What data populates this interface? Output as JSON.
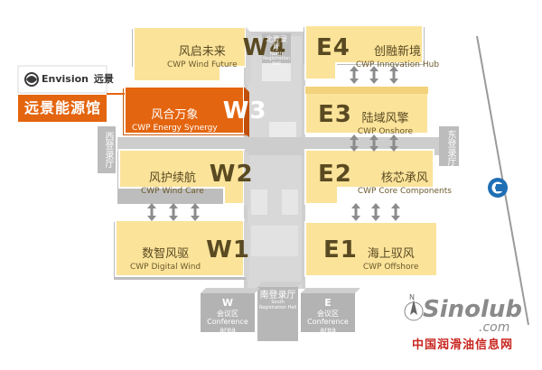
{
  "colors": {
    "hall_fill": "#fbe39a",
    "hall_border": "#ffffff",
    "w3_fill": "#e4650f",
    "corridor": "#c6c6c6",
    "corridor_dark": "#a9a9a9",
    "brand_orange": "#e4650f",
    "arrow": "#8c8c8c",
    "metro_blue": "#1f6fb5",
    "road": "#9a9a9a",
    "watermark_red": "#c8261f"
  },
  "halls": {
    "w4": {
      "code": "W4",
      "cn": "风启未来",
      "en": "CWP Wind Future"
    },
    "w3": {
      "code": "W3",
      "cn": "风合万象",
      "en": "CWP Energy Synergy"
    },
    "w2": {
      "code": "W2",
      "cn": "风护续航",
      "en": "CWP Wind Care"
    },
    "w1": {
      "code": "W1",
      "cn": "数智风驱",
      "en": "CWP Digital Wind"
    },
    "e4": {
      "code": "E4",
      "cn": "创融新境",
      "en": "CWP Innovation Hub"
    },
    "e3": {
      "code": "E3",
      "cn": "陆域风擎",
      "en": "CWP Onshore"
    },
    "e2": {
      "code": "E2",
      "cn": "核芯承风",
      "en": "CWP Core Components"
    },
    "e1": {
      "code": "E1",
      "cn": "海上驭风",
      "en": "CWP Offshore"
    }
  },
  "pavilion": {
    "logo_text": "Envision",
    "logo_cn": "远景",
    "label": "远景能源馆"
  },
  "registration": {
    "north": {
      "cn": "北登录厅",
      "en1": "North",
      "en2": "Registration Hall"
    },
    "south": {
      "cn": "南登录厅",
      "en1": "South",
      "en2": "Registration Hall"
    },
    "west": {
      "cn": "西登录厅"
    },
    "east": {
      "cn": "东登录厅"
    }
  },
  "conference": {
    "west": {
      "key": "W",
      "cn": "会议区",
      "en": "Conference area"
    },
    "east": {
      "key": "E",
      "cn": "会议区",
      "en": "Conference area"
    }
  },
  "compass": {
    "label": "N"
  },
  "watermark": {
    "brand": "Sinolub",
    "domain": ".com",
    "cn": "中国润滑油信息网"
  }
}
